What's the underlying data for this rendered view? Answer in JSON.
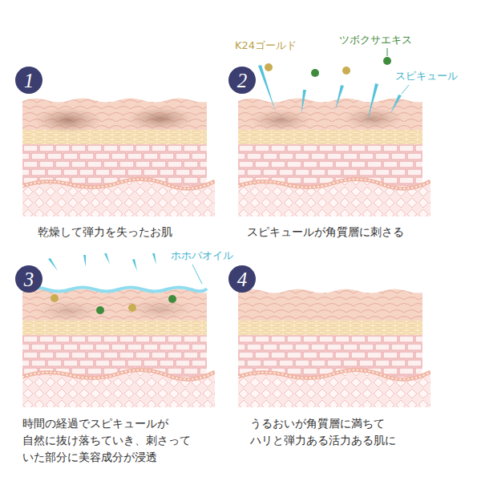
{
  "diagram": {
    "nodes": [
      {
        "text": [
          "1"
        ]
      },
      {
        "text": [
          "2"
        ]
      },
      {
        "text": [
          "3"
        ]
      },
      {
        "text": [
          "4"
        ]
      }
    ],
    "labels": [
      "乾燥して弾力を失ったお肌",
      "K24ゴールド",
      "ツボクサエキス",
      "スピキュール",
      "スピキュールが角質層に刺さる",
      "ホホバオイル",
      "時間の経過でスピキュールが 自然に抜け落ちていき、刺さって いた部分に美容成分が浸透",
      "うるおいが角質層に満ちて ハリと弾力ある活力ある肌に"
    ]
  }
}
